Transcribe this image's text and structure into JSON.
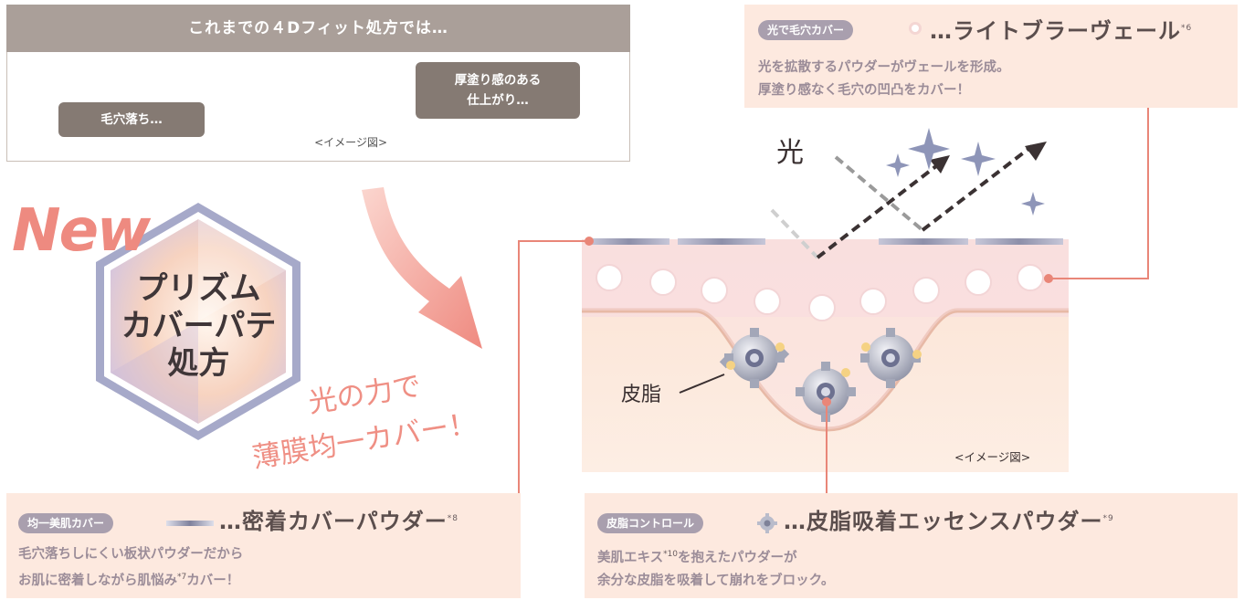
{
  "previous": {
    "header": "これまでの４Dフィット処方では…",
    "bubble_left": "毛穴落ち…",
    "bubble_right_line1": "厚塗り感のある",
    "bubble_right_line2": "仕上がり…",
    "caption": "<イメージ図>"
  },
  "badge": {
    "new": "New",
    "line1": "プリズム",
    "line2": "カバーパテ",
    "line3": "処方"
  },
  "slogan": {
    "line1": "光の力で",
    "line2": "薄膜均一カバー！"
  },
  "light_feature": {
    "pill": "光で毛穴カバー",
    "title": "…ライトブラーヴェール",
    "note": "*6",
    "desc_line1": "光を拡散するパウダーがヴェールを形成。",
    "desc_line2": "厚塗り感なく毛穴の凹凸をカバー！"
  },
  "diagram": {
    "light_label": "光",
    "sebum_label": "皮脂",
    "caption": "<イメージ図>"
  },
  "uniform_feature": {
    "pill": "均一美肌カバー",
    "title": "…密着カバーパウダー",
    "note": "*8",
    "desc_line1": "毛穴落ちしにくい板状パウダーだから",
    "desc_line2_a": "お肌に密着しながら肌悩み",
    "desc_note": "*7",
    "desc_line2_b": "カバー！"
  },
  "sebum_feature": {
    "pill": "皮脂コントロール",
    "title": "…皮脂吸着エッセンスパウダー",
    "note": "*9",
    "desc_line1_a": "美肌エキス",
    "desc_note": "*10",
    "desc_line1_b": "を抱えたパウダーが",
    "desc_line2": "余分な皮脂を吸着して崩れをブロック。"
  },
  "colors": {
    "accent_coral": "#ef8a80",
    "pill_gray": "#a99fae",
    "panel_pink": "#fde9df",
    "header_taupe": "#aa9f99"
  }
}
